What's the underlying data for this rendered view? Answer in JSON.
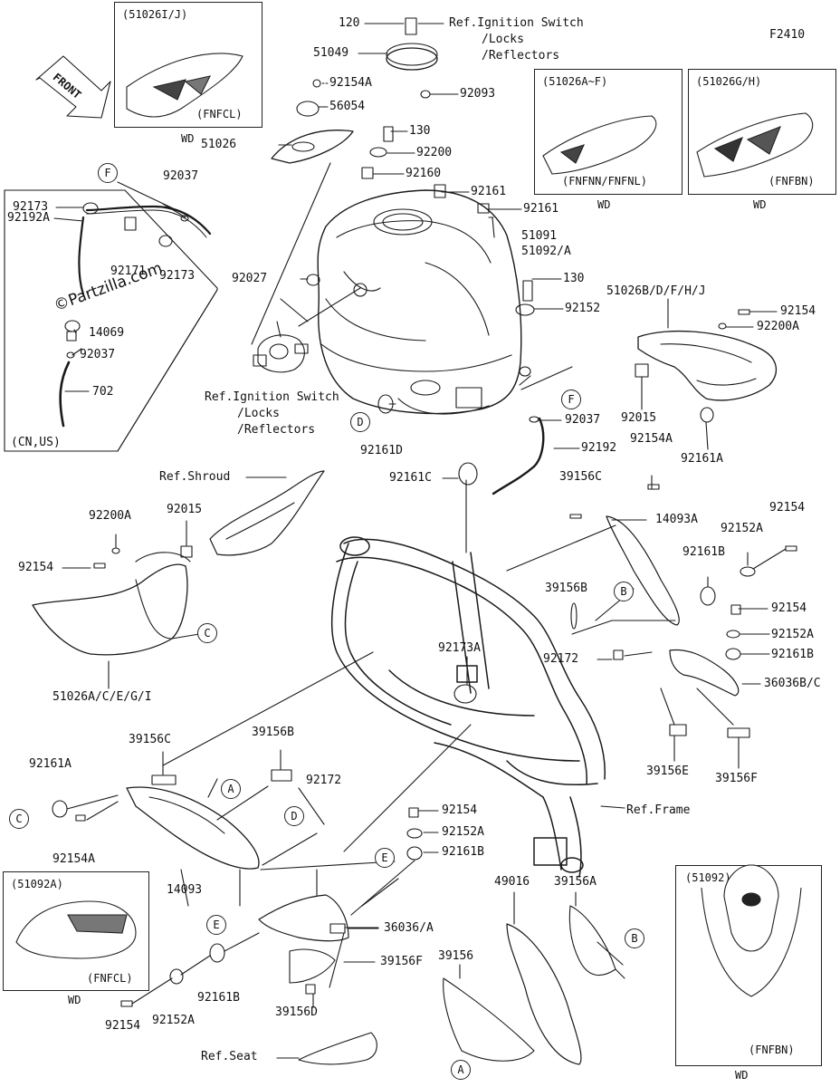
{
  "diagram_id": "F2410",
  "front_label": "FRONT",
  "watermark": "©Partzilla.com",
  "refs": {
    "ignition_top": "Ref.Ignition Switch",
    "locks_top": "/Locks",
    "reflectors_top": "/Reflectors",
    "ignition_mid": "Ref.Ignition Switch",
    "locks_mid": "/Locks",
    "reflectors_mid": "/Reflectors",
    "shroud": "Ref.Shroud",
    "frame": "Ref.Frame",
    "seat": "Ref.Seat"
  },
  "insets": {
    "top_left": {
      "title": "(51026I/J)",
      "sub": "(FNFCL)",
      "wd": "WD"
    },
    "top_mid": {
      "title": "(51026A~F)",
      "sub": "(FNFNN/FNFNL)",
      "wd": "WD"
    },
    "top_right": {
      "title": "(51026G/H)",
      "sub": "(FNFBN)",
      "wd": "WD"
    },
    "bottom_left": {
      "title": "(51092A)",
      "sub": "(FNFCL)",
      "wd": "WD"
    },
    "bottom_right": {
      "title": "(51092)",
      "sub": "(FNFBN)",
      "wd": "WD"
    },
    "hose": {
      "region": "(CN,US)"
    }
  },
  "callouts": {
    "a": "A",
    "b": "B",
    "c": "C",
    "d": "D",
    "e": "E",
    "f": "F"
  },
  "parts": {
    "p120": "120",
    "p51049": "51049",
    "p92154A_1": "92154A",
    "p92093": "92093",
    "p56054": "56054",
    "p51026": "51026",
    "p130_1": "130",
    "p92200": "92200",
    "p92160": "92160",
    "p92161_1": "92161",
    "p92161_2": "92161",
    "p51091": "51091",
    "p51092A": "51092/A",
    "p92027": "92027",
    "p130_2": "130",
    "p92152_1": "92152",
    "p51026BDFHJ": "51026B/D/F/H/J",
    "p92154_1": "92154",
    "p92200A_1": "92200A",
    "p92015_1": "92015",
    "p92161A_1": "92161A",
    "p92161D": "92161D",
    "p92037_3": "92037",
    "p92192_2": "92192",
    "p92161C": "92161C",
    "p92154A_2": "92154A",
    "p92173_1": "92173",
    "p92037_1": "92037",
    "p92192A": "92192A",
    "p92171": "92171",
    "p92173_2": "92173",
    "p14069": "14069",
    "p92037_2": "92037",
    "p702": "702",
    "p92200A_2": "92200A",
    "p92015_2": "92015",
    "p92154_2": "92154",
    "p51026ACEGI": "51026A/C/E/G/I",
    "p39156C_1": "39156C",
    "p14093A": "14093A",
    "p92154_3": "92154",
    "p92152A_1": "92152A",
    "p92161B_1": "92161B",
    "p39156B_1": "39156B",
    "p92154_4": "92154",
    "p92152A_2": "92152A",
    "p92161B_2": "92161B",
    "p92172_1": "92172",
    "p36036BC": "36036B/C",
    "p92173A": "92173A",
    "p39156E": "39156E",
    "p39156F_1": "39156F",
    "p39156C_2": "39156C",
    "p39156B_2": "39156B",
    "p92172_2": "92172",
    "p92161A_2": "92161A",
    "p92154A_3": "92154A",
    "p14093": "14093",
    "p92154_5": "92154",
    "p92152A_3": "92152A",
    "p92161B_3": "92161B",
    "p49016": "49016",
    "p39156A": "39156A",
    "p36036A": "36036/A",
    "p39156F_2": "39156F",
    "p39156": "39156",
    "p39156D": "39156D",
    "p92161B_4": "92161B",
    "p92152A_4": "92152A",
    "p92154_6": "92154"
  }
}
